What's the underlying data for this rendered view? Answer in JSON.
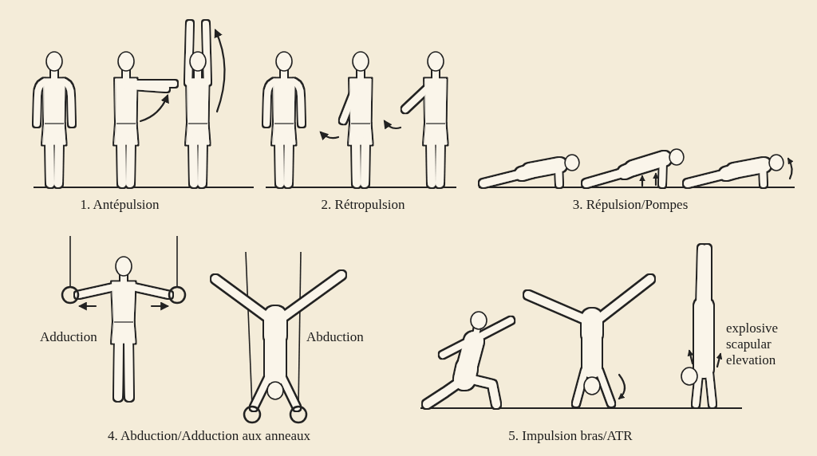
{
  "diagram": {
    "labels": [
      "1. Antépulsion",
      "2. Rétropulsion",
      "3. Répulsion/Pompes",
      "Adduction",
      "Abduction",
      "4. Abduction/Adduction aux anneaux",
      "explosive scapular elevation",
      "5. Impulsion bras/ATR"
    ]
  }
}
